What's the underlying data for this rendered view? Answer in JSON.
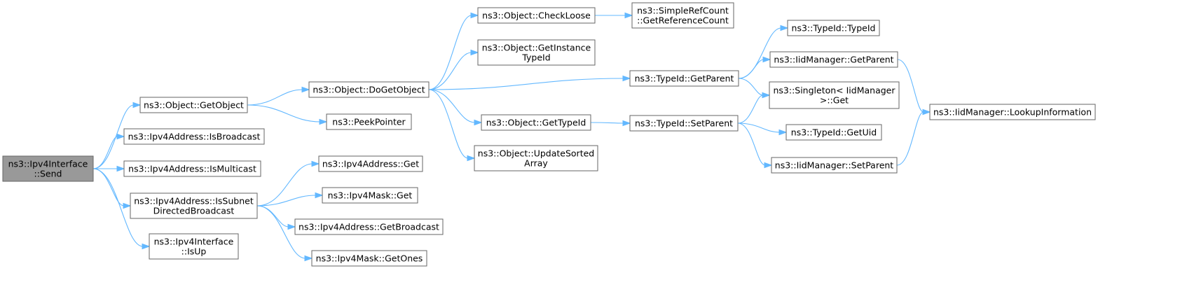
{
  "diagram": {
    "type": "call-graph",
    "colors": {
      "edge": "#63b8ff",
      "node_border": "#666666",
      "root_fill": "#999999",
      "node_fill": "#ffffff"
    },
    "nodes": [
      {
        "id": "send",
        "lines": [
          "ns3::Ipv4Interface",
          "::Send"
        ],
        "root": true
      },
      {
        "id": "getobject",
        "lines": [
          "ns3::Object::GetObject"
        ]
      },
      {
        "id": "isbroadcast",
        "lines": [
          "ns3::Ipv4Address::IsBroadcast"
        ]
      },
      {
        "id": "ismulticast",
        "lines": [
          "ns3::Ipv4Address::IsMulticast"
        ]
      },
      {
        "id": "issubnet",
        "lines": [
          "ns3::Ipv4Address::IsSubnet",
          "DirectedBroadcast"
        ]
      },
      {
        "id": "isup",
        "lines": [
          "ns3::Ipv4Interface",
          "::IsUp"
        ]
      },
      {
        "id": "dogetobject",
        "lines": [
          "ns3::Object::DoGetObject"
        ]
      },
      {
        "id": "peekpointer",
        "lines": [
          "ns3::PeekPointer"
        ]
      },
      {
        "id": "ipv4get",
        "lines": [
          "ns3::Ipv4Address::Get"
        ]
      },
      {
        "id": "maskget",
        "lines": [
          "ns3::Ipv4Mask::Get"
        ]
      },
      {
        "id": "getbroadcast",
        "lines": [
          "ns3::Ipv4Address::GetBroadcast"
        ]
      },
      {
        "id": "getones",
        "lines": [
          "ns3::Ipv4Mask::GetOnes"
        ]
      },
      {
        "id": "checkloose",
        "lines": [
          "ns3::Object::CheckLoose"
        ]
      },
      {
        "id": "getinstancetypeid",
        "lines": [
          "ns3::Object::GetInstance",
          "TypeId"
        ]
      },
      {
        "id": "gettypeid",
        "lines": [
          "ns3::Object::GetTypeId"
        ]
      },
      {
        "id": "updatesorted",
        "lines": [
          "ns3::Object::UpdateSorted",
          "Array"
        ]
      },
      {
        "id": "getrefcount",
        "lines": [
          "ns3::SimpleRefCount",
          "::GetReferenceCount"
        ]
      },
      {
        "id": "typeidgetparent",
        "lines": [
          "ns3::TypeId::GetParent"
        ]
      },
      {
        "id": "typeidsetparent",
        "lines": [
          "ns3::TypeId::SetParent"
        ]
      },
      {
        "id": "typeidctor",
        "lines": [
          "ns3::TypeId::TypeId"
        ]
      },
      {
        "id": "iidgetparent",
        "lines": [
          "ns3::IidManager::GetParent"
        ]
      },
      {
        "id": "singletonget",
        "lines": [
          "ns3::Singleton< IidManager",
          ">::Get"
        ]
      },
      {
        "id": "getuid",
        "lines": [
          "ns3::TypeId::GetUid"
        ]
      },
      {
        "id": "iidsetparent",
        "lines": [
          "ns3::IidManager::SetParent"
        ]
      },
      {
        "id": "lookupinfo",
        "lines": [
          "ns3::IidManager::LookupInformation"
        ]
      }
    ],
    "edges": [
      [
        "send",
        "getobject"
      ],
      [
        "send",
        "isbroadcast"
      ],
      [
        "send",
        "ismulticast"
      ],
      [
        "send",
        "issubnet"
      ],
      [
        "send",
        "isup"
      ],
      [
        "getobject",
        "dogetobject"
      ],
      [
        "getobject",
        "peekpointer"
      ],
      [
        "issubnet",
        "ipv4get"
      ],
      [
        "issubnet",
        "maskget"
      ],
      [
        "issubnet",
        "getbroadcast"
      ],
      [
        "issubnet",
        "getones"
      ],
      [
        "dogetobject",
        "checkloose"
      ],
      [
        "dogetobject",
        "getinstancetypeid"
      ],
      [
        "dogetobject",
        "typeidgetparent"
      ],
      [
        "dogetobject",
        "gettypeid"
      ],
      [
        "dogetobject",
        "updatesorted"
      ],
      [
        "checkloose",
        "getrefcount"
      ],
      [
        "gettypeid",
        "typeidsetparent"
      ],
      [
        "typeidgetparent",
        "typeidctor"
      ],
      [
        "typeidgetparent",
        "iidgetparent"
      ],
      [
        "typeidgetparent",
        "singletonget"
      ],
      [
        "typeidsetparent",
        "singletonget"
      ],
      [
        "typeidsetparent",
        "getuid"
      ],
      [
        "typeidsetparent",
        "iidsetparent"
      ],
      [
        "iidgetparent",
        "lookupinfo"
      ],
      [
        "iidsetparent",
        "lookupinfo"
      ]
    ]
  }
}
